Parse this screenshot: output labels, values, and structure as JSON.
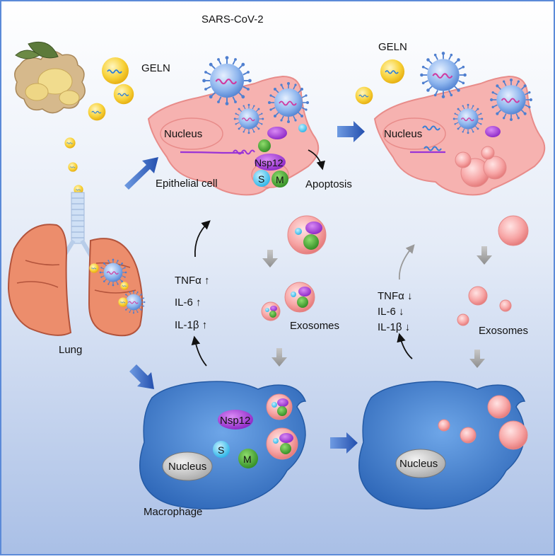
{
  "labels": {
    "sars_cov_2": "SARS-CoV-2",
    "geln_left": "GELN",
    "geln_right": "GELN",
    "nucleus_epi_left": "Nucleus",
    "nucleus_epi_right": "Nucleus",
    "nsp12_epi": "Nsp12",
    "s_epi": "S",
    "m_epi": "M",
    "epithelial_cell": "Epithelial cell",
    "apoptosis": "Apoptosis",
    "lung": "Lung",
    "cytokines_up": [
      "TNFα ↑",
      "IL-6 ↑",
      "IL-1β ↑"
    ],
    "cytokines_down": [
      "TNFα ↓",
      "IL-6 ↓",
      "IL-1β ↓"
    ],
    "exosomes_left": "Exosomes",
    "exosomes_right": "Exosomes",
    "nsp12_mac": "Nsp12",
    "s_mac": "S",
    "m_mac": "M",
    "nucleus_mac_left": "Nucleus",
    "nucleus_mac_right": "Nucleus",
    "macrophage": "Macrophage"
  },
  "colors": {
    "background_top": "#ffffff",
    "background_bottom": "#a9bfe6",
    "border": "#5b8ad8",
    "cell_pink": "#f7b3b3",
    "cell_pink_edge": "#e48888",
    "macrophage_blue": "#2f6fc0",
    "virus_blue": "#6d9ee6",
    "virus_rna": "#d03aa0",
    "geln_yellow": "#f7c923",
    "nsp12_purple": "#9b33d3",
    "s_cyan": "#3cc4ee",
    "m_green": "#3aa12b",
    "flow_arrow_blue": "#2d5fbf",
    "grey_arrow": "#999999",
    "lung_orange": "#ec8a6a"
  }
}
